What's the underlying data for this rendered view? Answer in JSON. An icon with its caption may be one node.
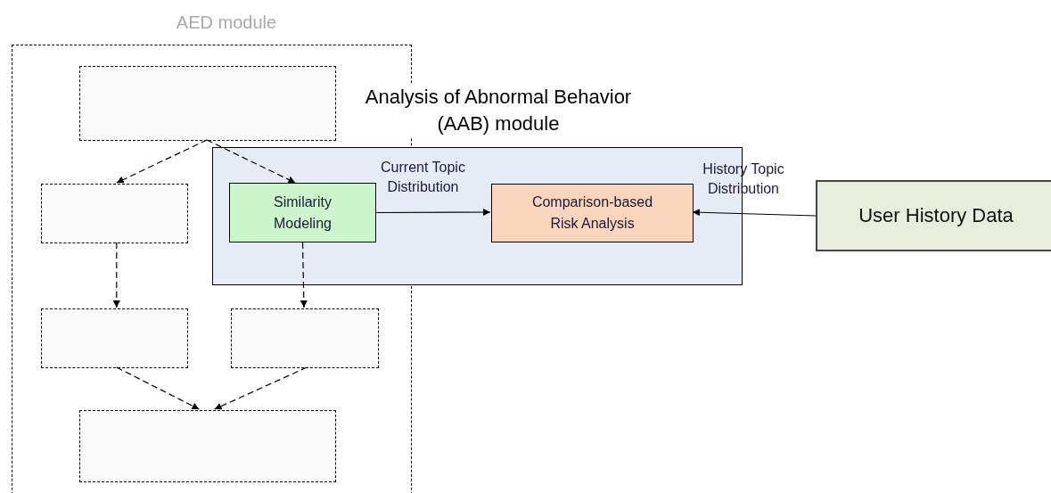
{
  "diagram": {
    "nodes": [
      {
        "text": [
          "AED module"
        ]
      },
      {
        "text": [],
        "shape": "box",
        "in": 0
      },
      {
        "text": [],
        "shape": "box",
        "in": 0
      },
      {
        "text": [
          "Analysis of Abnormal Behavior (AAB) module"
        ]
      },
      {
        "text": [
          "Similarity Modeling"
        ]
      },
      {
        "text": [
          "Comparison-based Risk Analysis"
        ],
        "in": 3
      },
      {
        "text": [
          "User History Data"
        ]
      },
      {
        "text": [],
        "shape": "box",
        "in": 0
      },
      {
        "text": [],
        "shape": "box",
        "in": 0
      },
      {
        "text": [],
        "shape": "box",
        "in": 0
      }
    ],
    "edges": [
      {
        "from": 1,
        "to": 2,
        "arrow": "to",
        "style": "dashed"
      },
      {
        "from": 1,
        "to": 4,
        "arrow": "to",
        "style": "dashed"
      },
      {
        "from": 2,
        "to": 7,
        "arrow": "to",
        "style": "dashed"
      },
      {
        "from": 4,
        "to": 8,
        "arrow": "to",
        "style": "dashed"
      },
      {
        "from": 7,
        "to": 9,
        "arrow": "to",
        "style": "dashed"
      },
      {
        "from": 8,
        "to": 9,
        "arrow": "to",
        "style": "dashed"
      },
      {
        "from": 4,
        "to": 5,
        "arrow": "to",
        "label": "Current Topic Distribution"
      },
      {
        "from": 6,
        "to": 5,
        "arrow": "to",
        "label": "History Topic Distribution"
      }
    ]
  }
}
